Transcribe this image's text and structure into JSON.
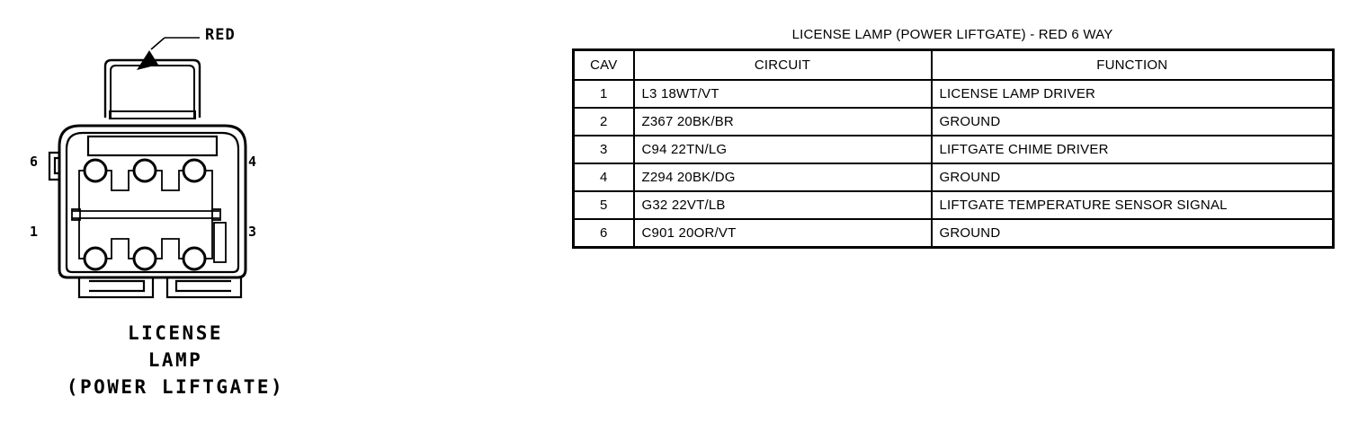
{
  "connector": {
    "callout_label": "RED",
    "caption_lines": [
      "LICENSE",
      "LAMP",
      "(POWER LIFTGATE)"
    ],
    "pin_markers": [
      {
        "id": "6",
        "label": "6"
      },
      {
        "id": "1",
        "label": "1"
      },
      {
        "id": "4",
        "label": "4"
      },
      {
        "id": "3",
        "label": "3"
      }
    ],
    "cavity_count": 6
  },
  "table": {
    "title": "LICENSE LAMP (POWER LIFTGATE) - RED 6 WAY",
    "headers": [
      "CAV",
      "CIRCUIT",
      "FUNCTION"
    ],
    "rows": [
      {
        "cav": "1",
        "circuit": "L3 18WT/VT",
        "function": "LICENSE LAMP DRIVER"
      },
      {
        "cav": "2",
        "circuit": "Z367 20BK/BR",
        "function": "GROUND"
      },
      {
        "cav": "3",
        "circuit": "C94 22TN/LG",
        "function": "LIFTGATE CHIME DRIVER"
      },
      {
        "cav": "4",
        "circuit": "Z294 20BK/DG",
        "function": "GROUND"
      },
      {
        "cav": "5",
        "circuit": "G32 22VT/LB",
        "function": "LIFTGATE TEMPERATURE SENSOR SIGNAL"
      },
      {
        "cav": "6",
        "circuit": "C901 20OR/VT",
        "function": "GROUND"
      }
    ]
  },
  "colors": {
    "ink": "#000000",
    "background": "#ffffff"
  }
}
